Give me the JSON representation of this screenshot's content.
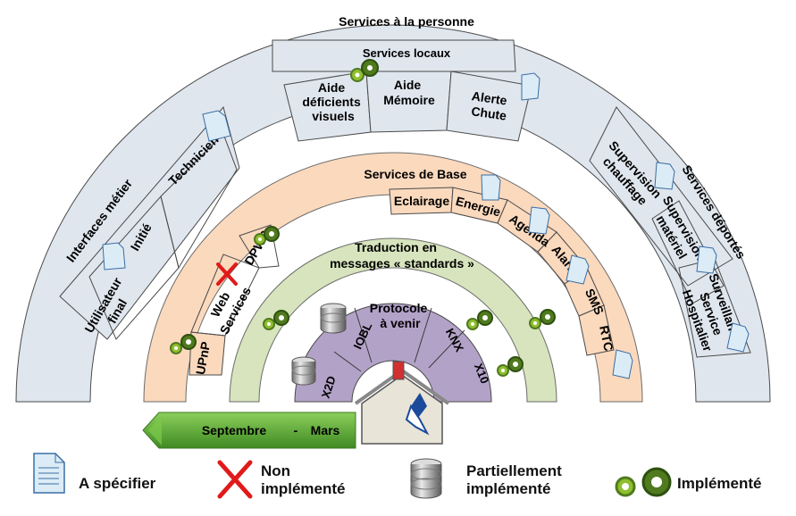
{
  "outer": {
    "title": "Services à la personne"
  },
  "locaux": {
    "title": "Services locaux",
    "items": [
      {
        "lines": [
          "Aide",
          "déficients",
          "visuels"
        ]
      },
      {
        "lines": [
          "Aide",
          "Mémoire"
        ]
      },
      {
        "lines": [
          "Alerte",
          "Chute"
        ]
      }
    ]
  },
  "metier": {
    "title": "Interfaces métier",
    "items": [
      {
        "lines": [
          "Utilisateur",
          "final"
        ]
      },
      {
        "lines": [
          "Initié"
        ]
      },
      {
        "lines": [
          "Technicien"
        ]
      }
    ]
  },
  "deportes": {
    "title": "Services déportés",
    "items": [
      {
        "lines": [
          "Supervision",
          "chauffage"
        ]
      },
      {
        "lines": [
          "Supervision",
          "matériel"
        ]
      },
      {
        "lines": [
          "Surveillance",
          "Service",
          "Hospitalier"
        ]
      }
    ]
  },
  "base": {
    "title": "Services de Base",
    "right_items": [
      "Eclairage",
      "Energie",
      "Agenda",
      "Alarme",
      "SMS",
      "RTC"
    ],
    "left_items": [
      {
        "lines": [
          "UPnP"
        ]
      },
      {
        "lines": [
          "Web",
          "Services"
        ]
      },
      {
        "lines": [
          "DPWS"
        ]
      }
    ]
  },
  "traduction": {
    "lines": [
      "Traduction en",
      "messages « standards »"
    ]
  },
  "protocols": [
    "X2D",
    "IOBL",
    "Protocole",
    "à venir",
    "KNX",
    "X10"
  ],
  "timeline": {
    "start": "Septembre",
    "sep": "-",
    "end": "Mars"
  },
  "legend": {
    "a_specifier": "A spécifier",
    "non_impl": [
      "Non",
      "implémenté"
    ],
    "partiel": [
      "Partiellement",
      "implémenté"
    ],
    "implemente": "Implémenté"
  },
  "colors": {
    "outer_band": "#dfe6ee",
    "base_band": "#fad8bc",
    "trad_band": "#d6e3bc",
    "protocol_band": "#b4a3c9",
    "timeline_arrow": "#5fa83c",
    "cross": "#e01a1a",
    "gear_dark": "#4f7a1e",
    "gear_light": "#8fbf2f"
  }
}
